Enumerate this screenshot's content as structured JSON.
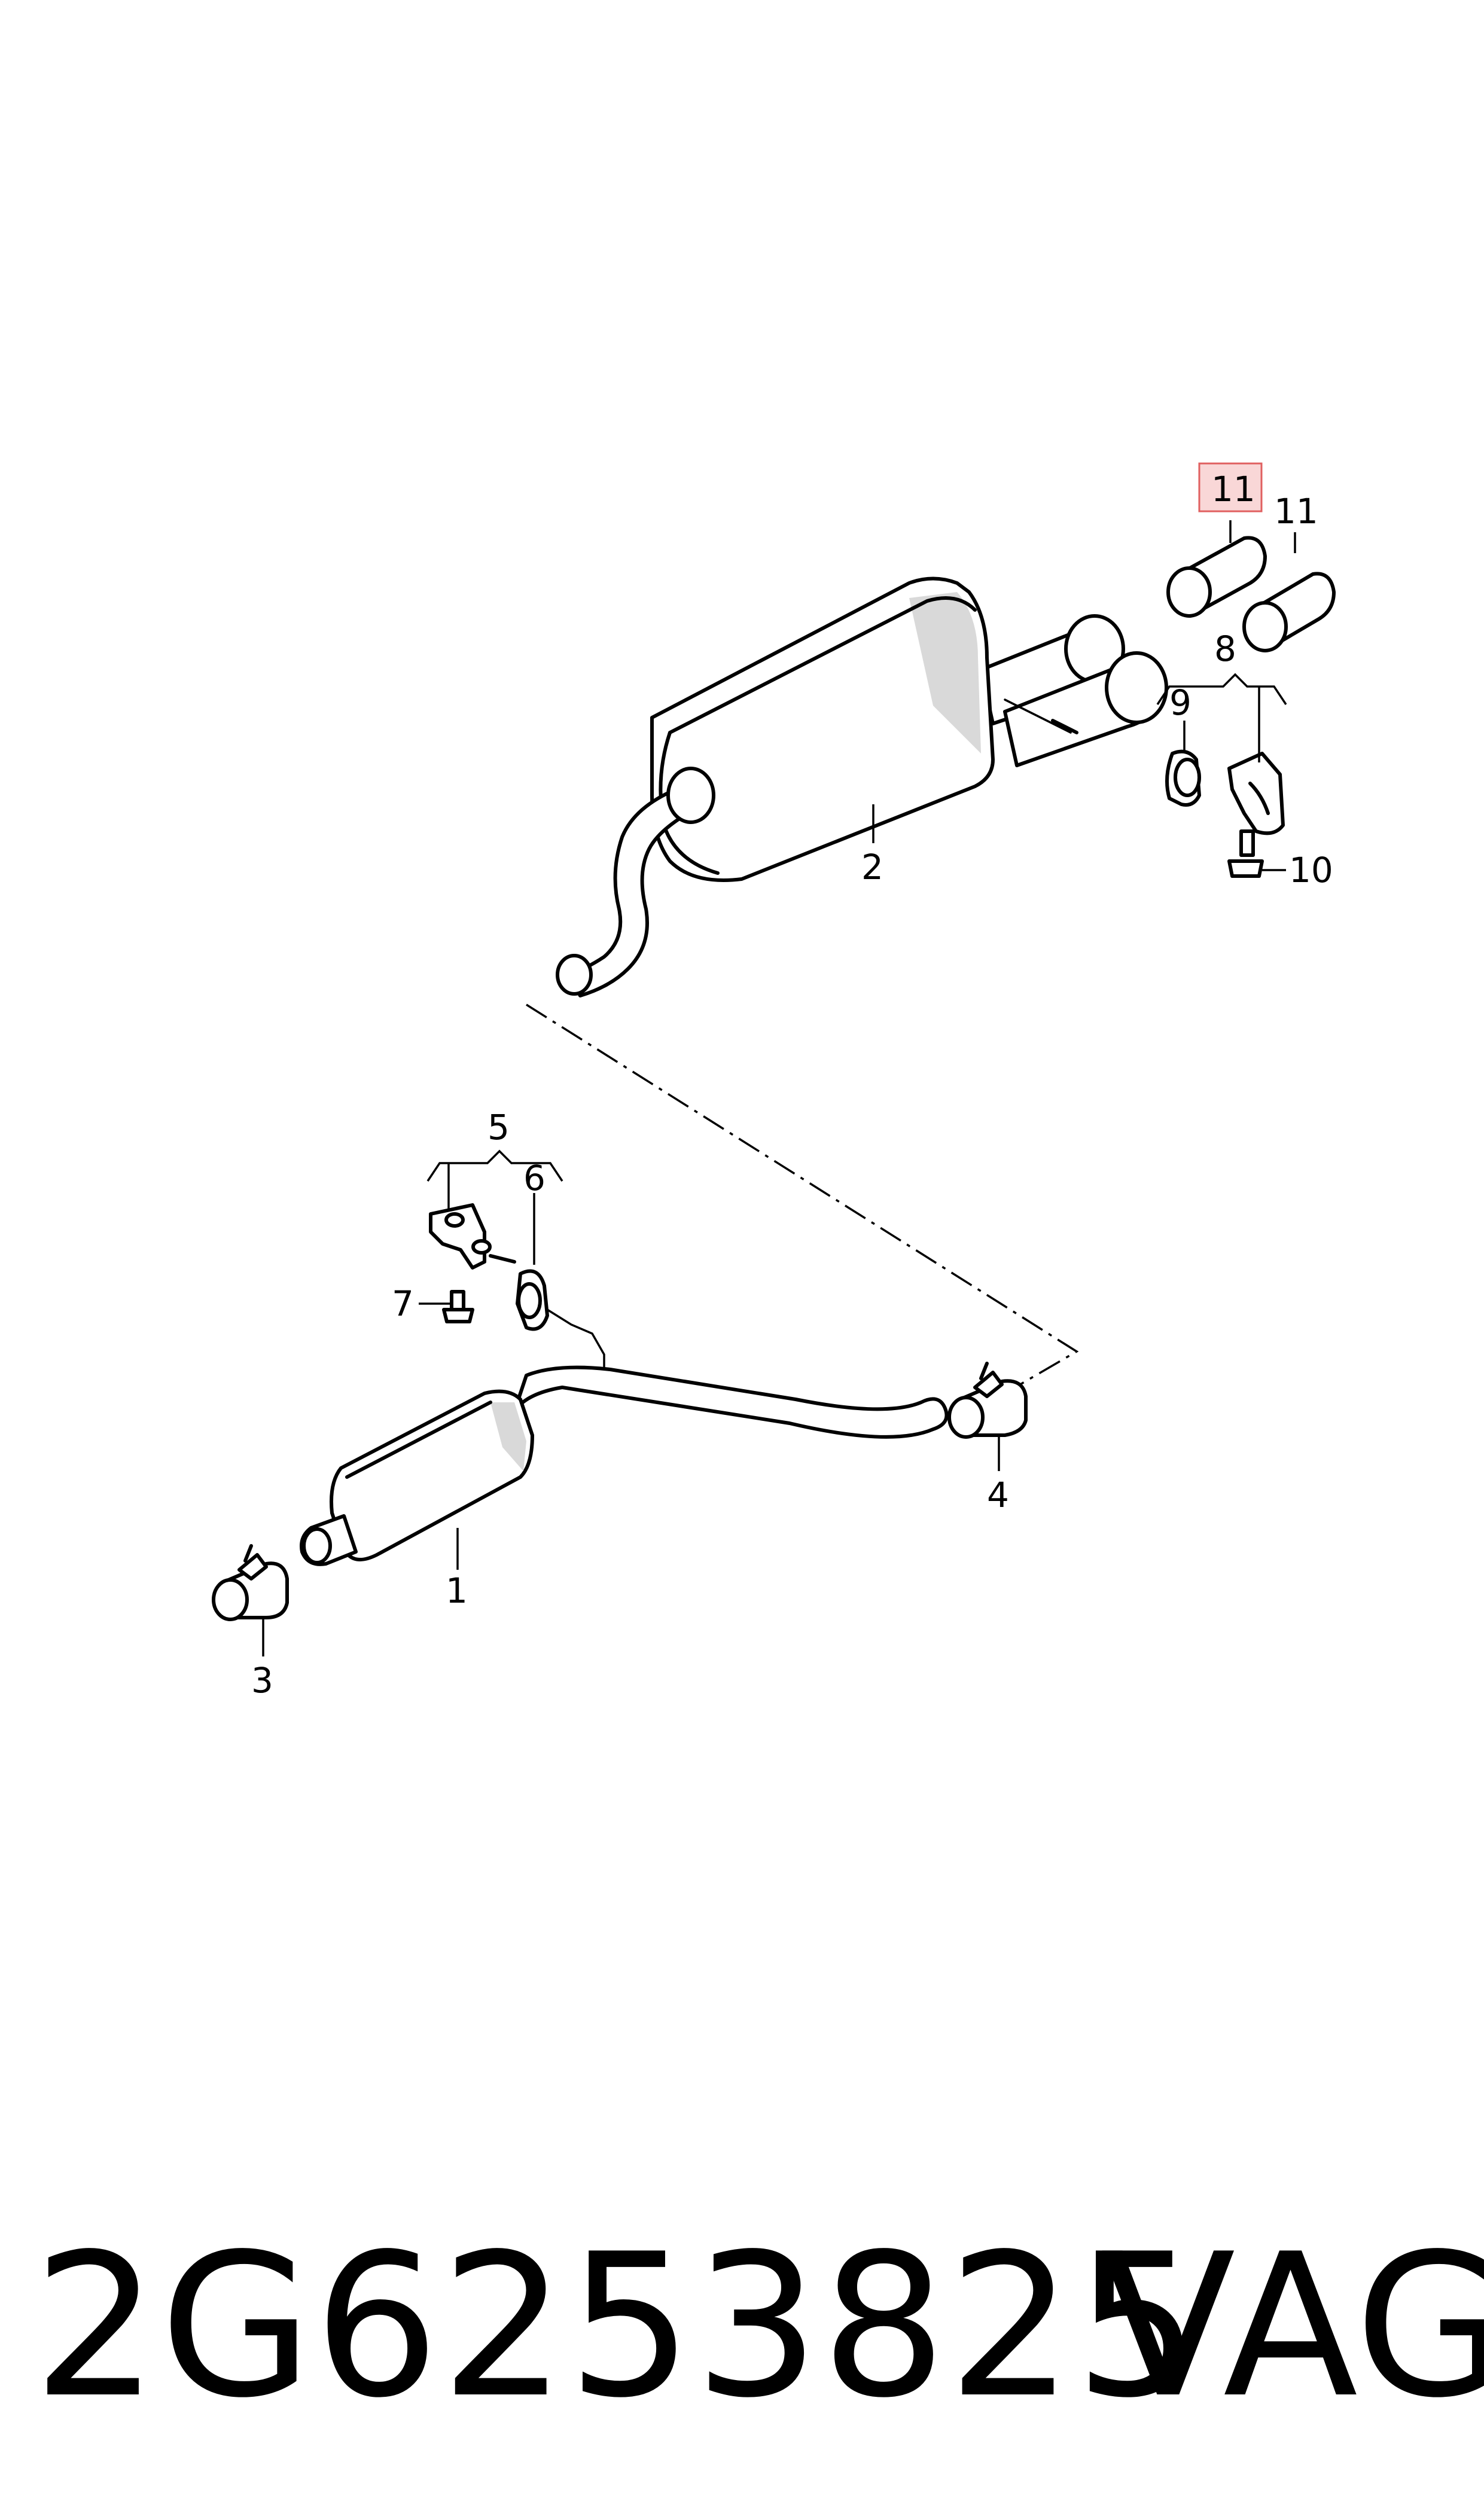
{
  "callouts": {
    "c1": "1",
    "c2": "2",
    "c3": "3",
    "c4": "4",
    "c5": "5",
    "c6": "6",
    "c7": "7",
    "c8": "8",
    "c9": "9",
    "c10": "10",
    "c11a": "11",
    "c11b": "11"
  },
  "highlight_color": "#f4b6b6",
  "footer": {
    "part_number": "2G6253825",
    "brand": "VAG"
  }
}
